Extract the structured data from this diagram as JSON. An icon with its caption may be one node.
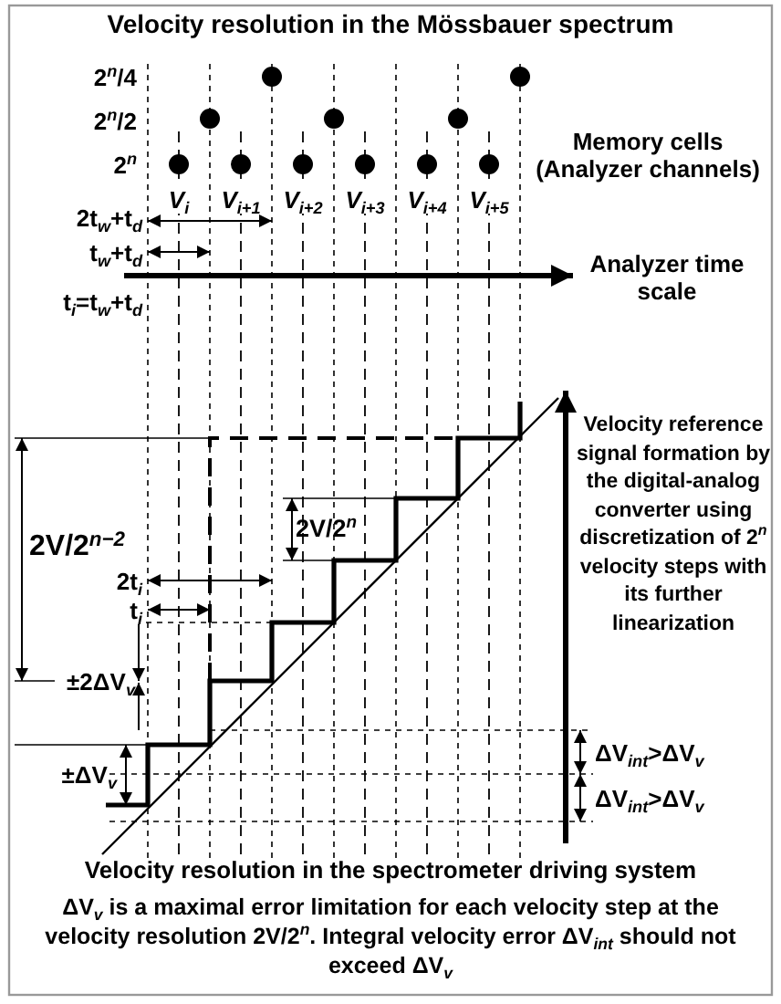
{
  "diagram": {
    "title": "Velocity resolution in the Mössbauer spectrum",
    "caption": "ΔV$_{v}$ is a maximal error limitation for each velocity step at the velocity resolution 2V/2$^{n}$. Integral velocity error ΔV$_{int}$ should not exceed ΔV$_{v}$",
    "labels": [
      "2$^{n}$/4",
      "2$^{n}$/2",
      "2$^{n}$",
      "Memory cells (Analyzer channels)",
      "V$_{i}$",
      "V$_{i+1}$",
      "V$_{i+2}$",
      "V$_{i+3}$",
      "V$_{i+4}$",
      "V$_{i+5}$",
      "2t$_{w}$+t$_{d}$",
      "t$_{w}$+t$_{d}$",
      "Analyzer time scale",
      "t$_{i}$=t$_{w}$+t$_{d}$",
      "Velocity reference signal formation by the digital-analog converter using discretization of 2$^{n}$ velocity steps with its further linearization",
      "2V/2$^{n}$",
      "2V/2$^{n−2}$",
      "2t$_{i}$",
      "t$_{i}$",
      "±2ΔV$_{v}$",
      "±ΔV$_{v}$",
      "ΔV$_{int}$>ΔV$_{v}$",
      "ΔV$_{int}$>ΔV$_{v}$",
      "Velocity resolution in the spectrometer driving system"
    ]
  }
}
